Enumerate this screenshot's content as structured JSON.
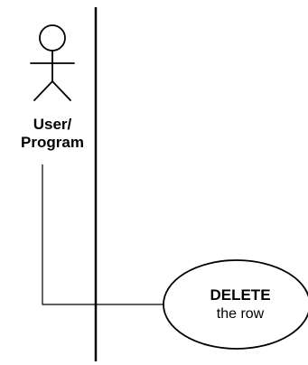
{
  "actor": {
    "icon": "stick-figure-icon",
    "label_line1": "User/",
    "label_line2": "Program"
  },
  "use_case": {
    "label_line1": "DELETE",
    "label_line2": "the row"
  },
  "colors": {
    "stroke": "#000000",
    "background": "#ffffff"
  }
}
